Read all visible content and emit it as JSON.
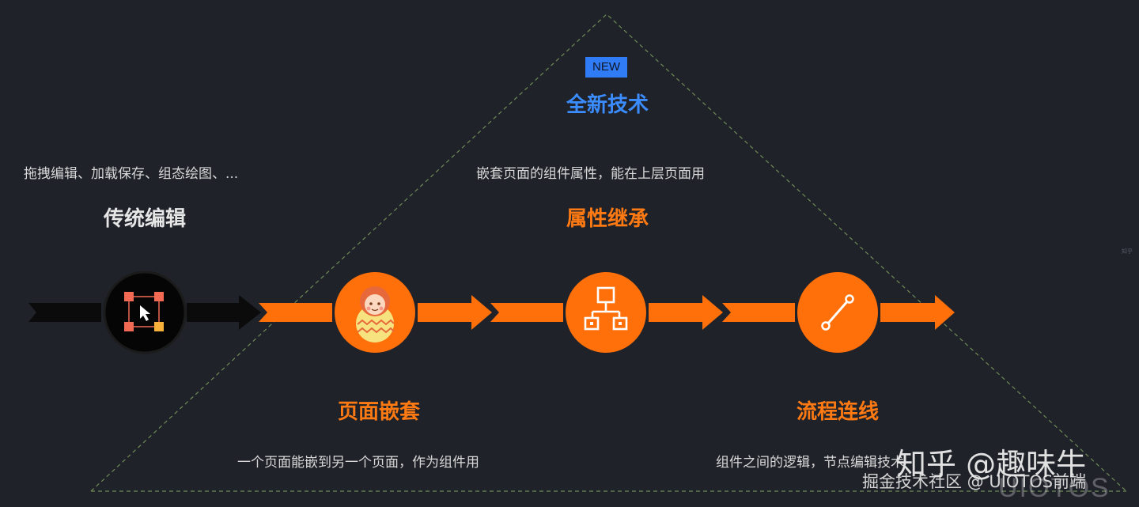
{
  "badge": "NEW",
  "titles": {
    "new_tech": "全新技术",
    "traditional": "传统编辑",
    "property": "属性继承",
    "page_nesting": "页面嵌套",
    "flow": "流程连线"
  },
  "descriptions": {
    "traditional": "拖拽编辑、加载保存、组态绘图、...",
    "property": "嵌套页面的组件属性，能在上层页面用",
    "page_nesting": "一个页面能嵌到另一个页面，作为组件用",
    "flow": "组件之间的逻辑，节点编辑技术"
  },
  "watermarks": {
    "zhihu": "知乎 @趣味牛",
    "juejin": "掘金技术社区 @ UIOTOS前端",
    "logo": "UIOTOS",
    "edge_mark": "知乎"
  },
  "icons": [
    "selection-cursor-icon",
    "doll-icon",
    "hierarchy-icon",
    "connector-line-icon"
  ],
  "colors": {
    "background": "#1f2229",
    "accent_orange": "#ff6f0a",
    "accent_blue": "#2f7cf6",
    "dark_arrow": "#0b0b0c",
    "triangle_dash": "#6f8a57"
  }
}
